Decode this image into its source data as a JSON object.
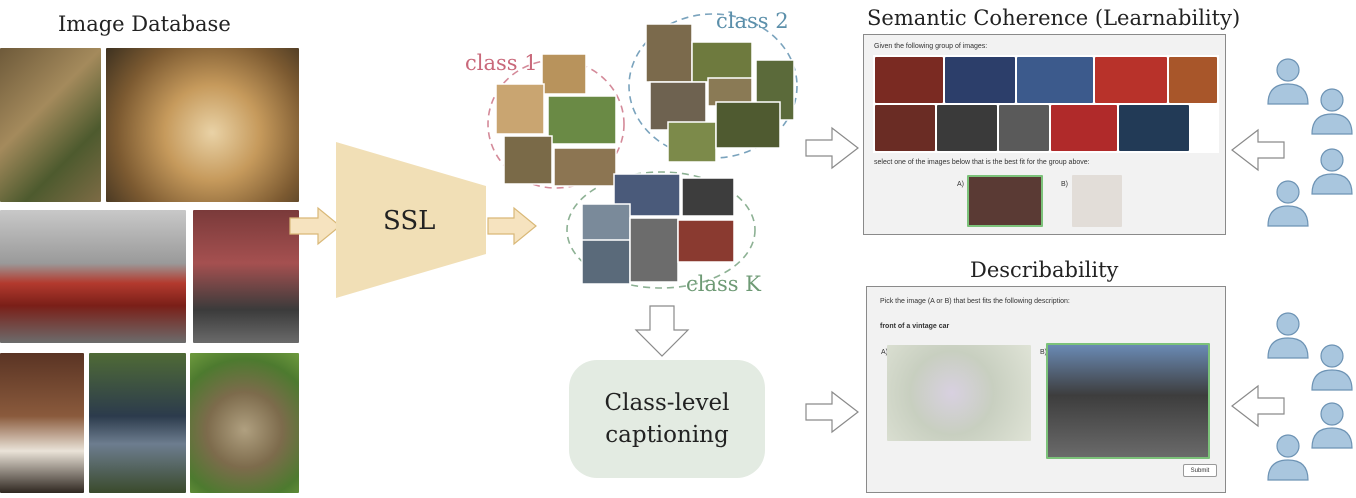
{
  "image_database": {
    "title": "Image Database"
  },
  "ssl": {
    "label": "SSL"
  },
  "classes": [
    {
      "label": "class 1",
      "color": "#c9687a"
    },
    {
      "label": "class 2",
      "color": "#5b8faa"
    },
    {
      "label": "class K",
      "color": "#6e9a75"
    }
  ],
  "captioning": {
    "line1": "Class-level",
    "line2": "captioning"
  },
  "semantic": {
    "title": "Semantic Coherence (Learnability)",
    "prompt": "Given the following group of images:",
    "instruction": "select one of the images below that is the best fit for the group above:",
    "option_a": "A)",
    "option_b": "B)"
  },
  "describability": {
    "title": "Describability",
    "prompt": "Pick the image (A or B) that best fits the following description:",
    "description": "front of a vintage car",
    "option_a": "A)",
    "option_b": "B)",
    "submit_label": "Submit"
  },
  "colors": {
    "arrow_fill": "#f6e3bf",
    "arrow_stroke": "#d9b877",
    "ssl_fill": "#f1dfb6",
    "person": "#a9c6de",
    "person_stroke": "#6d93b4"
  }
}
